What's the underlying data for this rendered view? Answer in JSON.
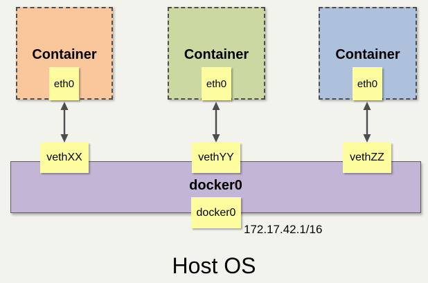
{
  "diagram": {
    "background_color": "#F3F3ED",
    "note_color": "#FDFD9F",
    "line_color": "#4D4D4D",
    "containers": [
      {
        "label": "Container",
        "interface": "eth0",
        "veth": "vethXX",
        "fill": "#FAC69B"
      },
      {
        "label": "Container",
        "interface": "eth0",
        "veth": "vethYY",
        "fill": "#CBD8A2"
      },
      {
        "label": "Container",
        "interface": "eth0",
        "veth": "vethZZ",
        "fill": "#ADC1DD"
      }
    ],
    "bridge": {
      "label": "docker0",
      "interface": "docker0",
      "ip": "172.17.42.1/16",
      "fill": "#C3B5D6"
    },
    "host_label": "Host OS"
  }
}
